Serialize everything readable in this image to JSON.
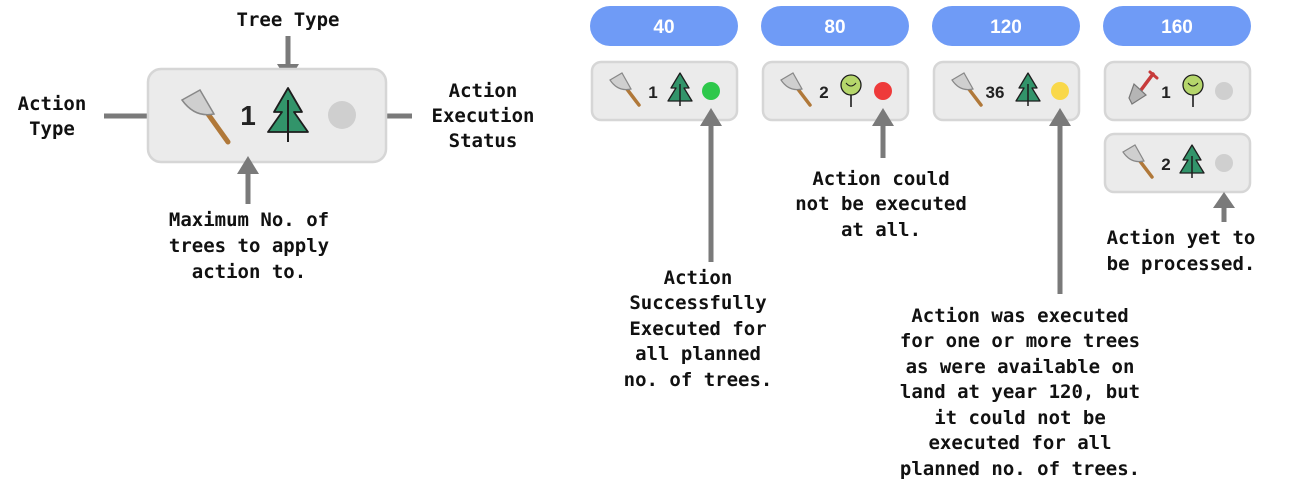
{
  "legend": {
    "count": "1",
    "labels": {
      "tree_type": "Tree Type",
      "action_type": [
        "Action",
        "Type"
      ],
      "action_execution_status": [
        "Action",
        "Execution",
        "Status"
      ],
      "max_trees": [
        "Maximum No. of",
        "trees to apply",
        "action to."
      ]
    },
    "action_icon": "axe-icon",
    "tree_icon": "conifer-tree-icon",
    "status": "pending"
  },
  "timeline": [
    {
      "year": "40",
      "actions": [
        {
          "icon": "axe-icon",
          "count": "1",
          "tree": "conifer-tree-icon",
          "status": "success"
        }
      ]
    },
    {
      "year": "80",
      "actions": [
        {
          "icon": "axe-icon",
          "count": "2",
          "tree": "broadleaf-tree-icon",
          "status": "failed"
        }
      ]
    },
    {
      "year": "120",
      "actions": [
        {
          "icon": "axe-icon",
          "count": "36",
          "tree": "conifer-tree-icon",
          "status": "partial"
        }
      ]
    },
    {
      "year": "160",
      "actions": [
        {
          "icon": "shovel-icon",
          "count": "1",
          "tree": "broadleaf-tree-icon",
          "status": "pending"
        },
        {
          "icon": "axe-icon",
          "count": "2",
          "tree": "conifer-tree-icon",
          "status": "pending"
        }
      ]
    }
  ],
  "annotations": {
    "success": [
      "Action",
      "Successfully",
      "Executed for",
      "all planned",
      "no. of trees."
    ],
    "failed": [
      "Action could",
      "not be executed",
      "at all."
    ],
    "partial": [
      "Action was executed",
      "for one or more trees",
      "as were available on",
      "land at year 120, but",
      "it could not be",
      "executed for all",
      "planned no. of trees."
    ],
    "pending": [
      "Action yet to",
      "be processed."
    ]
  },
  "colors": {
    "year_pill": "#6f9bf6",
    "success": "#2ec84b",
    "failed": "#ee3a3a",
    "partial": "#f9d84a",
    "pending": "#cfcfcf",
    "arrow": "#7a7a7a"
  }
}
